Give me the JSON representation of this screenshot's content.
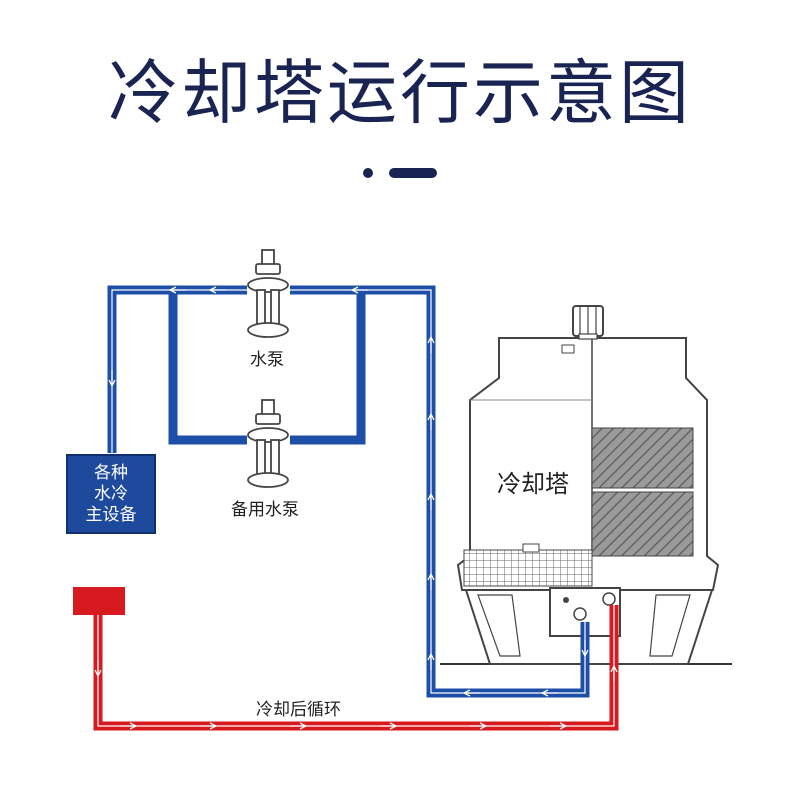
{
  "title": "冷却塔运行示意图",
  "labels": {
    "pump": "水泵",
    "backup_pump": "备用水泵",
    "device_lines": [
      "各种",
      "水冷",
      "主设备"
    ],
    "tower": "冷却塔",
    "return": "冷却后循环"
  },
  "colors": {
    "title": "#1a2452",
    "cold_pipe": "#1d4ea8",
    "hot_pipe": "#d61a1f",
    "device_box": "#1d4a9c"
  }
}
